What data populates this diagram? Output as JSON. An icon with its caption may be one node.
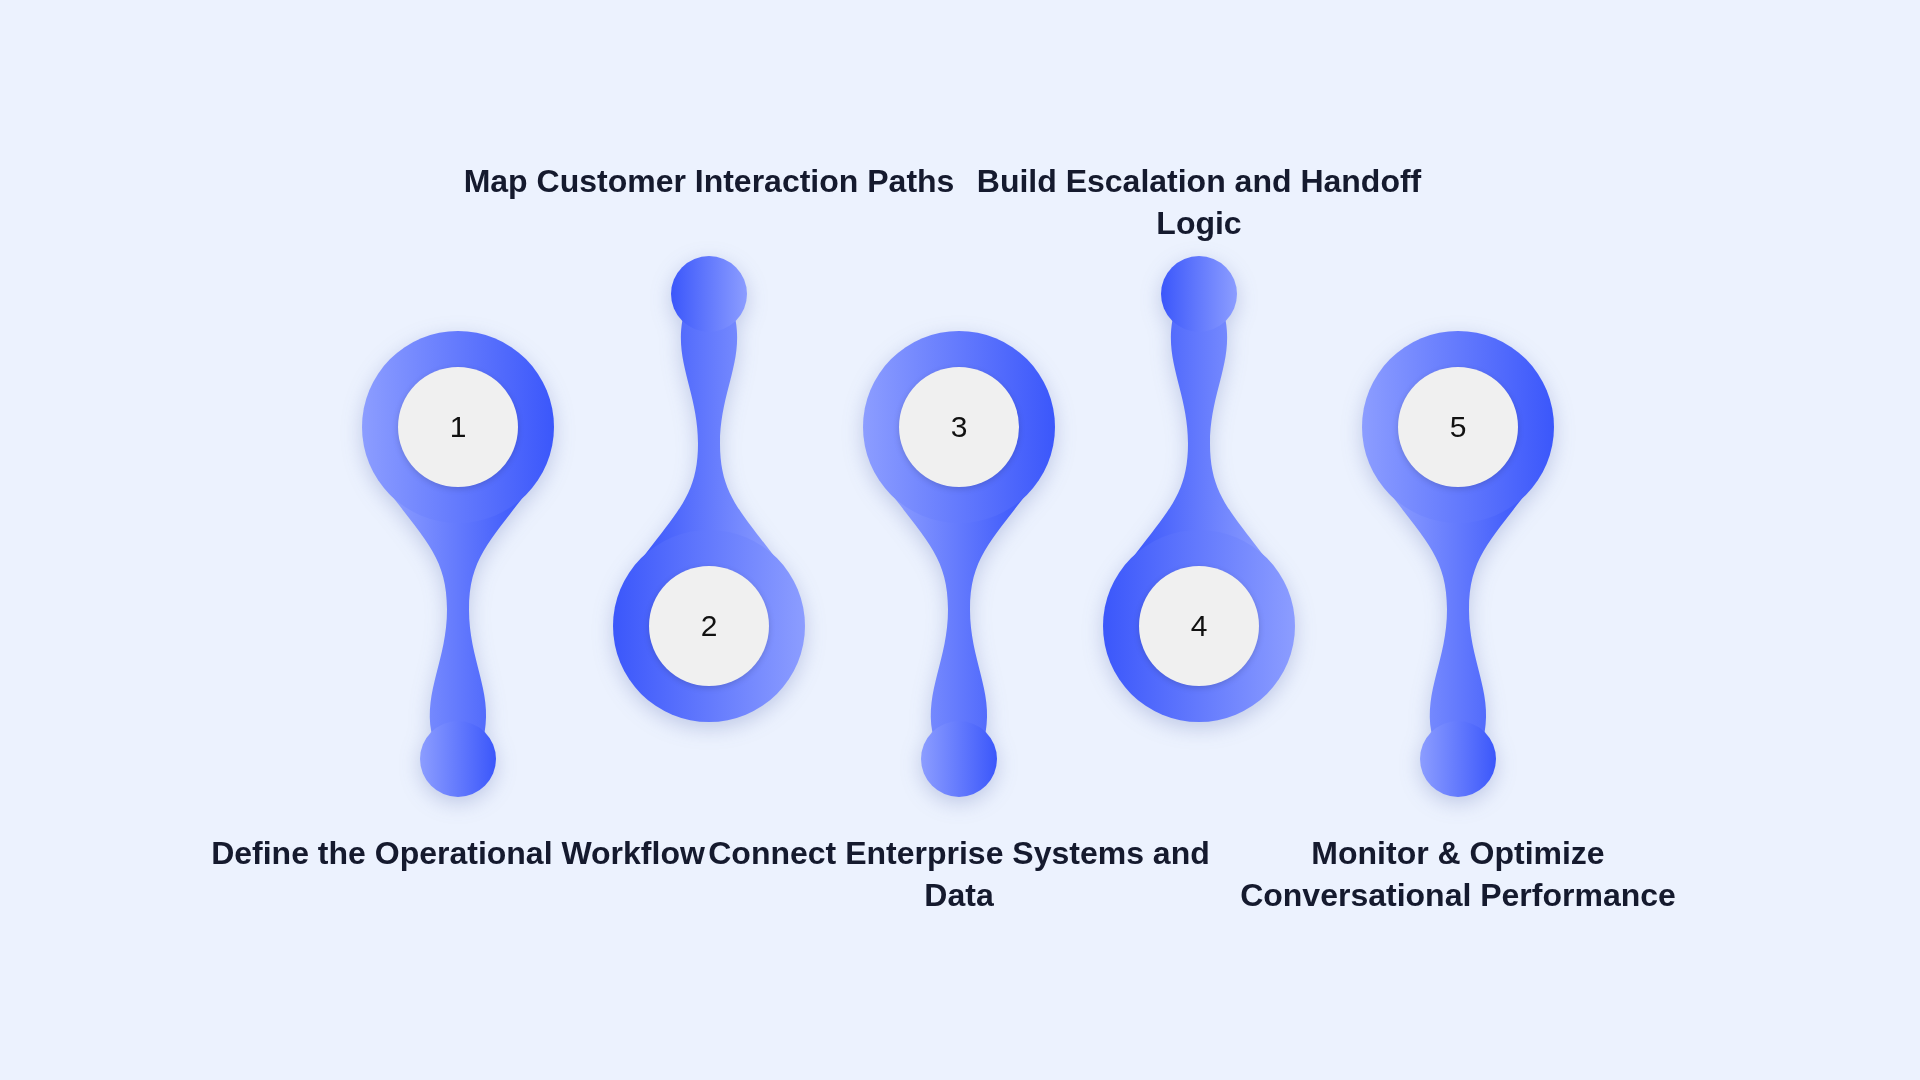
{
  "diagram": {
    "nodes": [
      {
        "text": [
          "1"
        ],
        "beside": [
          "Define the Operational Workflow"
        ]
      },
      {
        "text": [
          "2"
        ],
        "beside": [
          "Map Customer Interaction Paths"
        ]
      },
      {
        "text": [
          "3"
        ],
        "beside": [
          "Connect Enterprise Systems and Data"
        ]
      },
      {
        "text": [
          "4"
        ],
        "beside": [
          "Build Escalation and Handoff Logic"
        ]
      },
      {
        "text": [
          "5"
        ],
        "beside": [
          "Monitor & Optimize Conversational Performance"
        ]
      }
    ]
  }
}
